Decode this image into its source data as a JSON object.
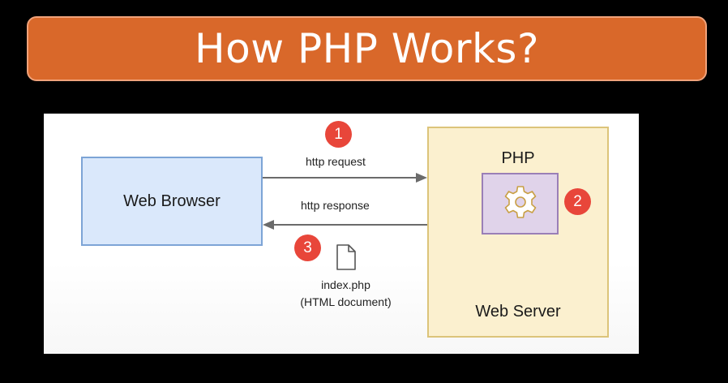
{
  "title": "How PHP Works?",
  "colors": {
    "banner": "#d9682a",
    "browser_box": "#dae8fb",
    "server_box": "#fbf0cf",
    "php_module": "#e0d3ea",
    "step_badge": "#e8463a"
  },
  "diagram": {
    "browser_label": "Web Browser",
    "server_label": "Web Server",
    "php_label": "PHP",
    "request_label": "http request",
    "response_label": "http response",
    "steps": [
      "1",
      "2",
      "3"
    ],
    "file": {
      "name": "index.php",
      "description": "(HTML document)"
    },
    "icons": {
      "php_module": "gear-icon",
      "file": "file-icon"
    }
  }
}
